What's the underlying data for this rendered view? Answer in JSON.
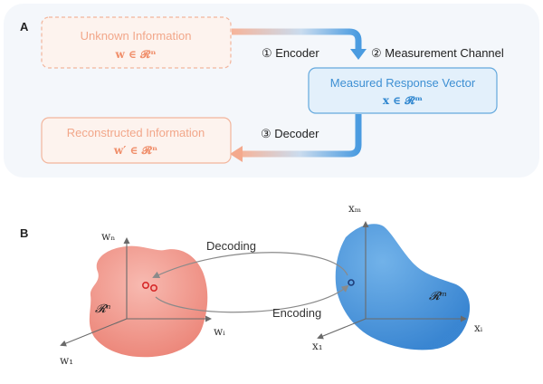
{
  "panel_a": {
    "label": "A",
    "unknown": {
      "title": "Unknown Information",
      "math": "w ∈ 𝓡ⁿ"
    },
    "encoder": "① Encoder",
    "measurement_channel": "② Measurement Channel",
    "measured": {
      "title": "Measured Response Vector",
      "math": "x ∈ 𝓡ᵐ"
    },
    "decoder": "③ Decoder",
    "reconstructed": {
      "title": "Reconstructed Information",
      "math": "w′ ∈ 𝓡ⁿ"
    }
  },
  "panel_b": {
    "label": "B",
    "left_space": {
      "name": "𝓡ⁿ",
      "axis_up": "wₙ",
      "axis_right": "wᵢ",
      "axis_down": "w₁"
    },
    "right_space": {
      "name": "𝓡ᵐ",
      "axis_up": "xₘ",
      "axis_right": "xᵢ",
      "axis_down": "x₁"
    },
    "decoding": "Decoding",
    "encoding": "Encoding"
  },
  "colors": {
    "orange_accent": "#f2a78a",
    "blue_accent": "#3d8fd3",
    "left_blob": "#f28b80",
    "right_blob": "#4f97de",
    "panel_bg": "#f4f7fb"
  }
}
